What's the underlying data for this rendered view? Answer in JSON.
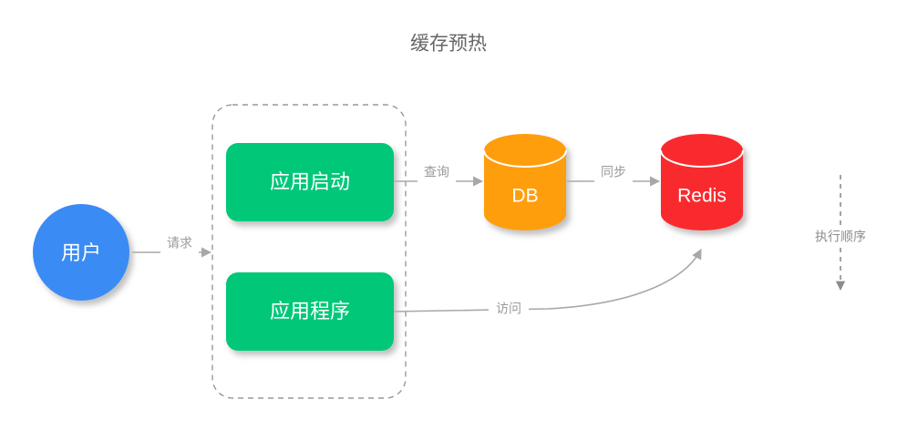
{
  "title": "缓存预热",
  "nodes": {
    "user": {
      "label": "用户",
      "color": "#3b8bf5",
      "shape": "circle"
    },
    "app_start": {
      "label": "应用启动",
      "color": "#02c878",
      "shape": "rounded-rect"
    },
    "app_program": {
      "label": "应用程序",
      "color": "#02c878",
      "shape": "rounded-rect"
    },
    "db": {
      "label": "DB",
      "color": "#ff9e0d",
      "shape": "cylinder"
    },
    "redis": {
      "label": "Redis",
      "color": "#f92a2e",
      "shape": "cylinder"
    }
  },
  "edges": [
    {
      "from": "user",
      "to": "group",
      "label": "请求"
    },
    {
      "from": "app_start",
      "to": "db",
      "label": "查询"
    },
    {
      "from": "db",
      "to": "redis",
      "label": "同步"
    },
    {
      "from": "app_program",
      "to": "redis",
      "label": "访问"
    }
  ],
  "group": {
    "style": "dashed",
    "label": ""
  },
  "legend": {
    "order_label": "执行顺序",
    "order_direction": "down"
  },
  "colors": {
    "background": "#ffffff",
    "edge": "#a8a8a8",
    "edge_label": "#9a9a9a",
    "title": "#666666",
    "dashed_border": "#999999",
    "shadow": "#c9c9c9"
  }
}
